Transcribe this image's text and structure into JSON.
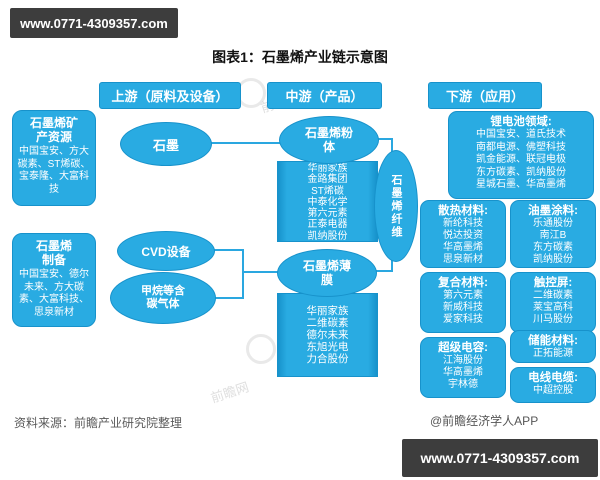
{
  "watermark": {
    "url": "www.0771-4309357.com",
    "logo_text": "前瞻网"
  },
  "title": "图表1：石墨烯产业链示意图",
  "headers": {
    "upstream": "上游（原料及设备）",
    "midstream": "中游（产品）",
    "downstream": "下游（应用）"
  },
  "upstream": {
    "mineral_title": "石墨烯矿产资源",
    "mineral_companies": "中国宝安、方大碳素、ST烯碳、宝泰隆、大富科技",
    "prep_title": "石墨烯制备",
    "prep_companies": "中国宝安、德尔未来、方大碳素、大富科技、思泉新材",
    "graphite": "石墨",
    "cvd": "CVD设备",
    "methane": "甲烷等含碳气体"
  },
  "midstream": {
    "powder_label": "石墨烯粉体",
    "powder_companies": [
      "华丽家族",
      "金路集团",
      "ST烯碳",
      "中泰化学",
      "第六元素",
      "正泰电器",
      "凯纳股份"
    ],
    "film_label": "石墨烯薄膜",
    "film_companies": [
      "华丽家族",
      "二维碳素",
      "德尔未来",
      "东旭光电",
      "力合股份"
    ],
    "fiber_label": "石墨烯纤维"
  },
  "downstream": {
    "lithium_title": "锂电池领域:",
    "lithium_lines": [
      "中国宝安、道氏技术",
      "南都电源、佛塑科技",
      "凯金能源、联冠电极",
      "东方碳素、凯纳股份",
      "星城石墨、华高墨烯"
    ],
    "thermal_title": "散热材料:",
    "thermal_lines": [
      "新纶科技",
      "悦达投资",
      "华高墨烯",
      "思泉新材"
    ],
    "ink_title": "油墨涂料:",
    "ink_lines": [
      "乐通股份",
      "南江B",
      "东方碳素",
      "凯纳股份"
    ],
    "composite_title": "复合材料:",
    "composite_lines": [
      "第六元素",
      "新威科技",
      "爱家科技"
    ],
    "touch_title": "触控屏:",
    "touch_lines": [
      "二维碳素",
      "莱宝高科",
      "川马股份"
    ],
    "supercap_title": "超级电容:",
    "supercap_lines": [
      "江海股份",
      "华高墨烯",
      "宇林德"
    ],
    "storage_title": "储能材料:",
    "storage_lines": [
      "正拓能源"
    ],
    "cable_title": "电线电缆:",
    "cable_lines": [
      "中超控股"
    ]
  },
  "footer": {
    "source": "资料来源：前瞻产业研究院整理",
    "credit": "@前瞻经济学人APP"
  },
  "colors": {
    "box_blue": "#29abe2",
    "box_blue_dark": "#1792cb",
    "dark_bar": "#3d3d3d",
    "line_blue": "#2aa7e0"
  }
}
